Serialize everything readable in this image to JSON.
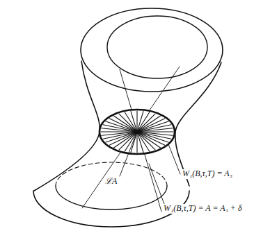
{
  "diagram": {
    "labels": [
      "W₁(B,τ,T) = A₃",
      "W₁(B,τ,T) = A = A₃ + δ",
      "ℒA"
    ]
  }
}
